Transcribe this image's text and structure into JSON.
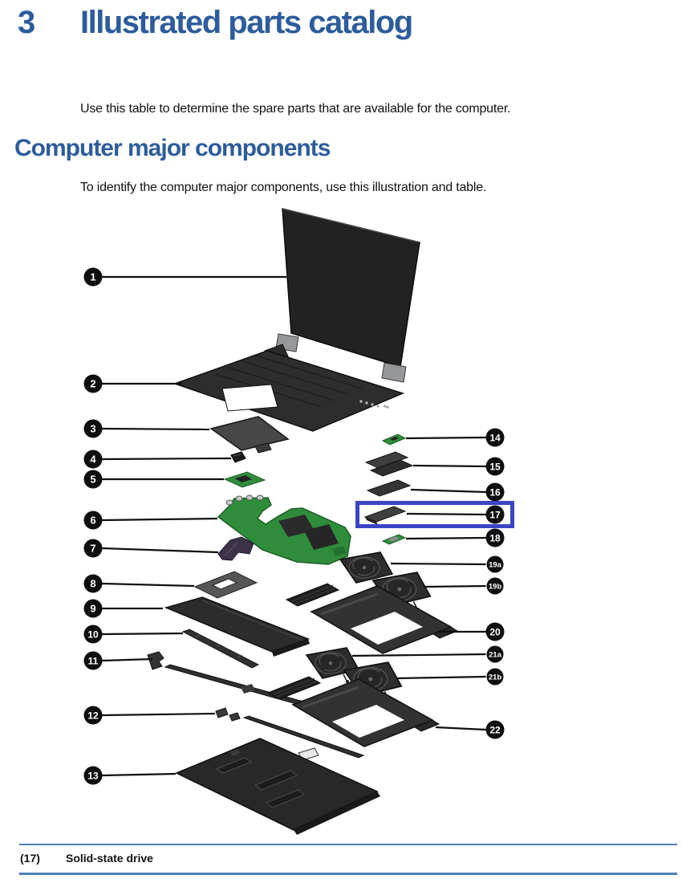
{
  "page": {
    "chapter_number": "3",
    "chapter_title": "Illustrated parts catalog",
    "intro": "Use this table to determine the spare parts that are available for the computer.",
    "section_heading": "Computer major components",
    "section_intro": "To identify the computer major components, use this illustration and table."
  },
  "diagram": {
    "description": "Exploded view illustration of the computer major components",
    "callouts": [
      "1",
      "2",
      "3",
      "4",
      "5",
      "6",
      "7",
      "8",
      "9",
      "10",
      "11",
      "12",
      "13",
      "14",
      "15",
      "16",
      "17",
      "18",
      "19a",
      "19b",
      "20",
      "21a",
      "21b",
      "22"
    ],
    "highlighted_callout": "17"
  },
  "footer_table": {
    "item_number": "(17)",
    "item_description": "Solid-state drive"
  },
  "colors": {
    "heading_blue": "#2d5c9c",
    "rule_blue": "#4d7eb6",
    "highlight_blue": "#3a45c2"
  }
}
